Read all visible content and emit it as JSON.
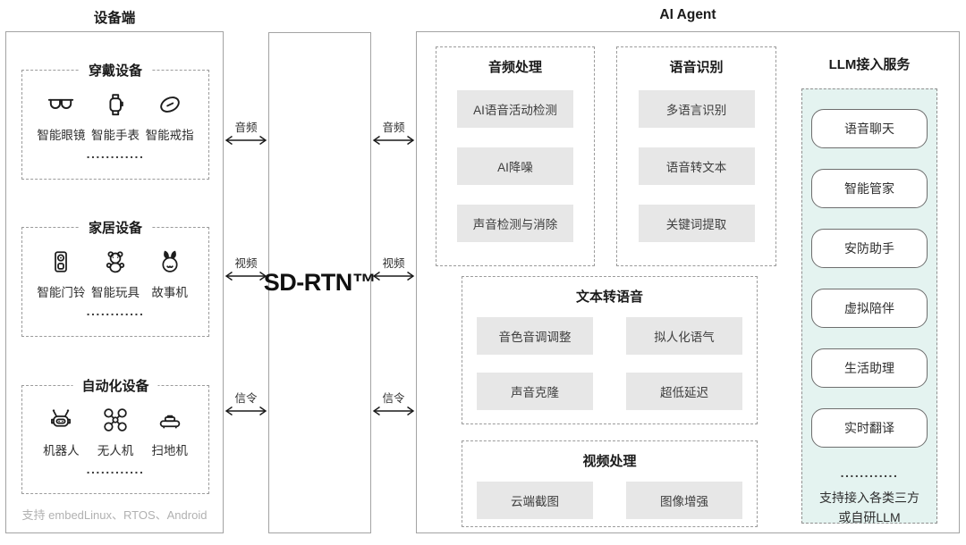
{
  "device_panel": {
    "title": "设备端",
    "groups": [
      {
        "title": "穿戴设备",
        "items": [
          {
            "label": "智能眼镜"
          },
          {
            "label": "智能手表"
          },
          {
            "label": "智能戒指"
          }
        ],
        "ellipsis": "............"
      },
      {
        "title": "家居设备",
        "items": [
          {
            "label": "智能门铃"
          },
          {
            "label": "智能玩具"
          },
          {
            "label": "故事机"
          }
        ],
        "ellipsis": "............"
      },
      {
        "title": "自动化设备",
        "items": [
          {
            "label": "机器人"
          },
          {
            "label": "无人机"
          },
          {
            "label": "扫地机"
          }
        ],
        "ellipsis": "............"
      }
    ],
    "footer": "支持 embedLinux、RTOS、Android"
  },
  "network": {
    "label": "SD-RTN™"
  },
  "channels": {
    "left": [
      {
        "label": "音频"
      },
      {
        "label": "视频"
      },
      {
        "label": "信令"
      }
    ],
    "right": [
      {
        "label": "音频"
      },
      {
        "label": "视频"
      },
      {
        "label": "信令"
      }
    ]
  },
  "agent_panel": {
    "title": "AI Agent",
    "sections": [
      {
        "title": "音频处理",
        "items": [
          "AI语音活动检测",
          "AI降噪",
          "声音检测与消除"
        ]
      },
      {
        "title": "语音识别",
        "items": [
          "多语言识别",
          "语音转文本",
          "关键词提取"
        ]
      },
      {
        "title": "文本转语音",
        "items": [
          "音色音调调整",
          "拟人化语气",
          "声音克隆",
          "超低延迟"
        ]
      },
      {
        "title": "视频处理",
        "items": [
          "云端截图",
          "图像增强"
        ]
      }
    ],
    "llm": {
      "title": "LLM接入服务",
      "items": [
        "语音聊天",
        "智能管家",
        "安防助手",
        "虚拟陪伴",
        "生活助理",
        "实时翻译"
      ],
      "ellipsis": "............",
      "note_line1": "支持接入各类三方",
      "note_line2": "或自研LLM"
    }
  },
  "colors": {
    "llm_bg": "#e4f3f0",
    "chip_bg": "#e7e7e7"
  }
}
